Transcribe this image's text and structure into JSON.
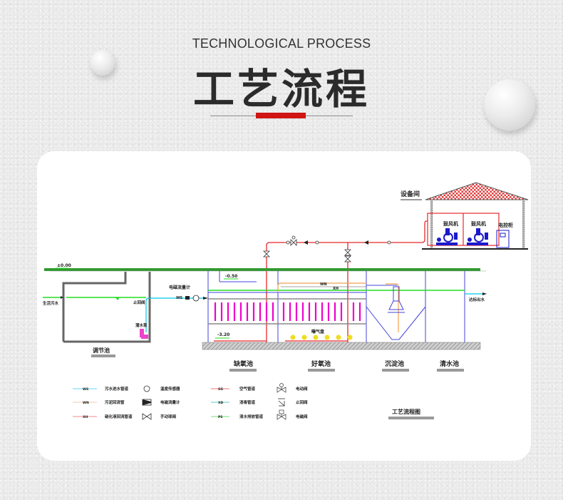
{
  "header": {
    "subtitle": "TECHNOLOGICAL PROCESS",
    "title": "工艺流程",
    "accent_color": "#d01313"
  },
  "diagram": {
    "title": "工艺流程图",
    "equipment_room": {
      "label": "设备间",
      "blower_1": "鼓风机",
      "blower_2": "鼓风机",
      "control_cabinet": "电控柜"
    },
    "ground_level": "±0.00",
    "level_top": "-0.50",
    "level_bottom": "-3.20",
    "inflow_label": "生活污水",
    "outflow_label": "达标出水",
    "flowmeter_label": "电磁流量计",
    "flowmeter_line_code": "WS",
    "check_valve_label": "止回阀",
    "lift_pump_label": "潜水泵",
    "aeration_label": "曝气盘",
    "return_code_1": "WN",
    "return_code_2": "XH",
    "tanks": [
      {
        "name": "调节池"
      },
      {
        "name": "缺氧池"
      },
      {
        "name": "好氧池"
      },
      {
        "name": "沉淀池"
      },
      {
        "name": "清水池"
      }
    ],
    "colors": {
      "air_pipe": "#e8282a",
      "sewage_pipe": "#00c8e8",
      "sludge_return": "#f0a050",
      "water_level": "#22dd22",
      "structure": "#4444dd",
      "media": "#ee00cc",
      "pump": "#ee44cc",
      "blower": "#1a1acc"
    },
    "legend": [
      {
        "code": "WS",
        "color": "#5fd6f0",
        "label": "污水进水管道"
      },
      {
        "code": "WN",
        "color": "#f5c9a8",
        "label": "污泥回流管"
      },
      {
        "code": "XH",
        "color": "#f08a8a",
        "label": "硝化液回流管道"
      },
      {
        "code": "GS",
        "color": "#f07070",
        "label": "空气管道"
      },
      {
        "code": "XD",
        "color": "#60c8c8",
        "label": "消毒管道"
      },
      {
        "code": "PS",
        "color": "#70e070",
        "label": "清水排放管道"
      }
    ],
    "symbols": [
      {
        "icon": "temperature-sensor",
        "label": "温度传感器"
      },
      {
        "icon": "flowmeter",
        "label": "电磁流量计"
      },
      {
        "icon": "manual-butterfly-valve",
        "label": "手动球阀"
      },
      {
        "icon": "electric-valve",
        "label": "电动阀"
      },
      {
        "icon": "check-valve",
        "label": "止回阀"
      },
      {
        "icon": "solenoid-valve",
        "label": "电磁阀"
      }
    ]
  }
}
